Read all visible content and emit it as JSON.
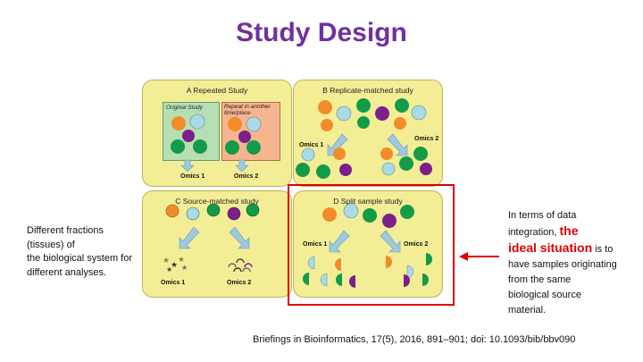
{
  "title": "Study Design",
  "panels": {
    "a": {
      "title": "A Repeated Study",
      "left_box": "Original Study",
      "right_box": "Repeat in another time/place",
      "omics1": "Omics 1",
      "omics2": "Omics 2"
    },
    "b": {
      "title": "B Replicate-matched study",
      "omics1": "Omics 1",
      "omics2": "Omics 2"
    },
    "c": {
      "title": "C Source-matched study",
      "omics1": "Omics 1",
      "omics2": "Omics 2"
    },
    "d": {
      "title": "D Split sample study",
      "omics1": "Omics 1",
      "omics2": "Omics 2"
    }
  },
  "left_note": [
    "Different fractions",
    "(tissues) of",
    "the biological system for",
    "different analyses."
  ],
  "right_note": {
    "line1": "In terms of data",
    "line2_pre": "integration, ",
    "highlight1": "the",
    "highlight2": "ideal situation",
    "line3_post": " is to",
    "line4": "have samples originating",
    "line5": "from the same",
    "line6": "biological source",
    "line7": "material."
  },
  "citation": "Briefings in Bioinformatics, 17(5), 2016, 891–901; doi: 10.1093/bib/bbv090",
  "colors": {
    "title": "#7030a0",
    "panel": "#f3ee96",
    "orange": "#f28c28",
    "lightblue": "#a9dbe6",
    "green": "#139b4a",
    "purple": "#7b1f8a",
    "highlight_box": "#e00000",
    "arrow": "#9ec9e0"
  }
}
